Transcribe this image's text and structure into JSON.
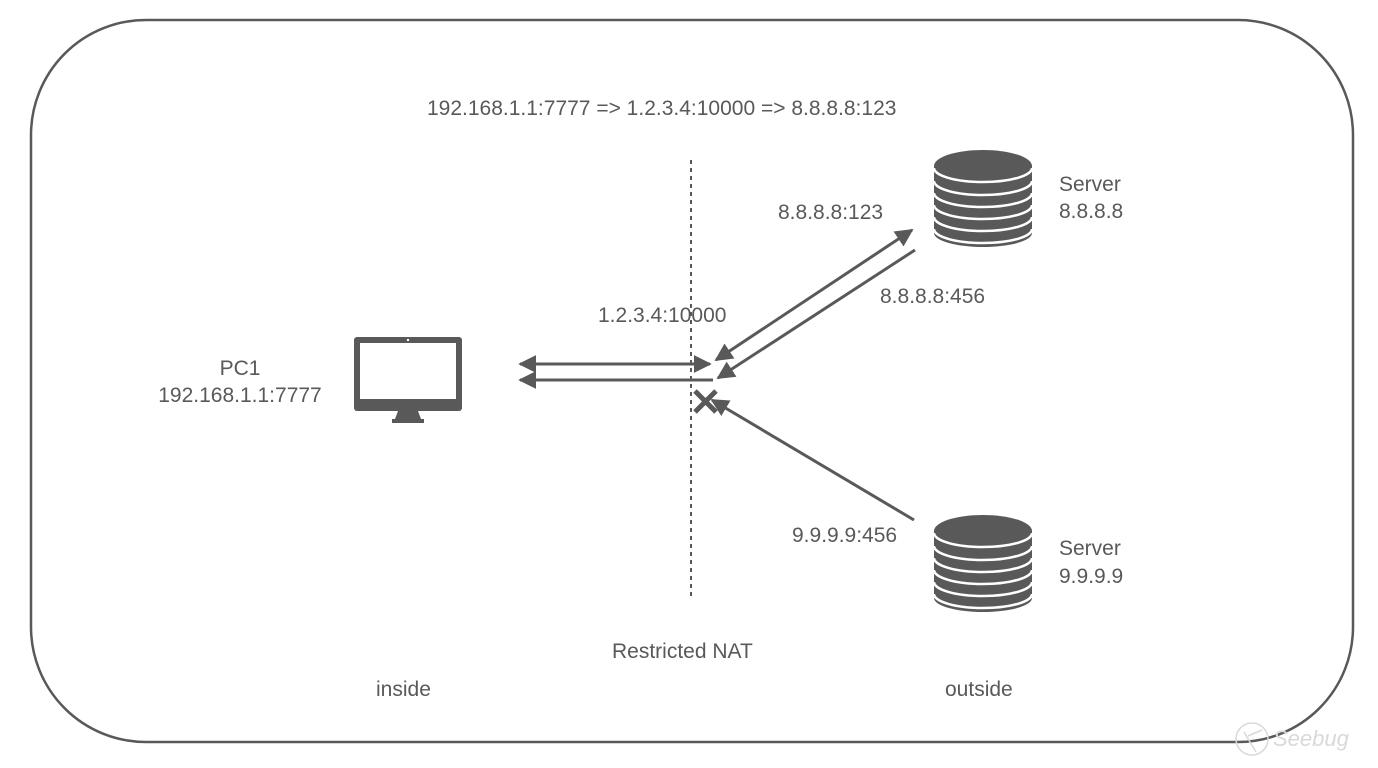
{
  "diagram": {
    "title_flow": "192.168.1.1:7777 => 1.2.3.4:10000 => 8.8.8.8:123",
    "nat_label": "Restricted NAT",
    "zones": {
      "inside": "inside",
      "outside": "outside"
    },
    "pc": {
      "name": "PC1",
      "address": "192.168.1.1:7777",
      "icon": "monitor-icon"
    },
    "nat_public": "1.2.3.4:10000",
    "servers": [
      {
        "name": "Server",
        "ip": "8.8.8.8",
        "icon": "database-icon",
        "ports": [
          "8.8.8.8:123",
          "8.8.8.8:456"
        ]
      },
      {
        "name": "Server",
        "ip": "9.9.9.9",
        "icon": "database-icon",
        "ports": [
          "9.9.9.9:456"
        ]
      }
    ],
    "blocked_marker": "x-icon",
    "colors": {
      "stroke": "#595959",
      "text": "#595959",
      "background": "#ffffff"
    }
  },
  "watermark": "Seebug"
}
